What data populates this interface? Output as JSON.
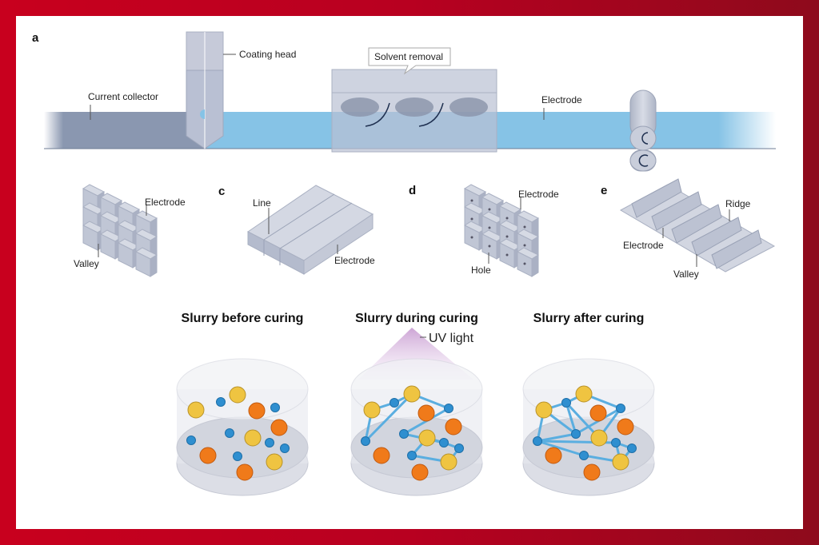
{
  "panels": {
    "a": {
      "label": "a",
      "labels": {
        "coating_head": "Coating head",
        "current_collector": "Current collector",
        "solvent_removal": "Solvent removal",
        "electrode": "Electrode"
      }
    },
    "b": {
      "label": "",
      "labels": {
        "electrode": "Electrode",
        "valley": "Valley"
      }
    },
    "c": {
      "label": "c",
      "labels": {
        "line": "Line",
        "electrode": "Electrode"
      }
    },
    "d": {
      "label": "d",
      "labels": {
        "electrode": "Electrode",
        "hole": "Hole"
      }
    },
    "e": {
      "label": "e",
      "labels": {
        "ridge": "Ridge",
        "electrode": "Electrode",
        "valley": "Valley"
      }
    }
  },
  "curing": {
    "before": {
      "title": "Slurry before curing"
    },
    "during": {
      "title": "Slurry during curing",
      "uv_label": "UV light"
    },
    "after": {
      "title": "Slurry after curing"
    }
  },
  "colors": {
    "frame": "#c8001e",
    "collector": "#8a97b0",
    "electrode": "#86c3e6",
    "block": "#c3c8d8",
    "orange_particle": "#f07a1a",
    "yellow_particle": "#efc441",
    "blue_particle": "#2f8fd0",
    "uv": "#c79ad0"
  }
}
